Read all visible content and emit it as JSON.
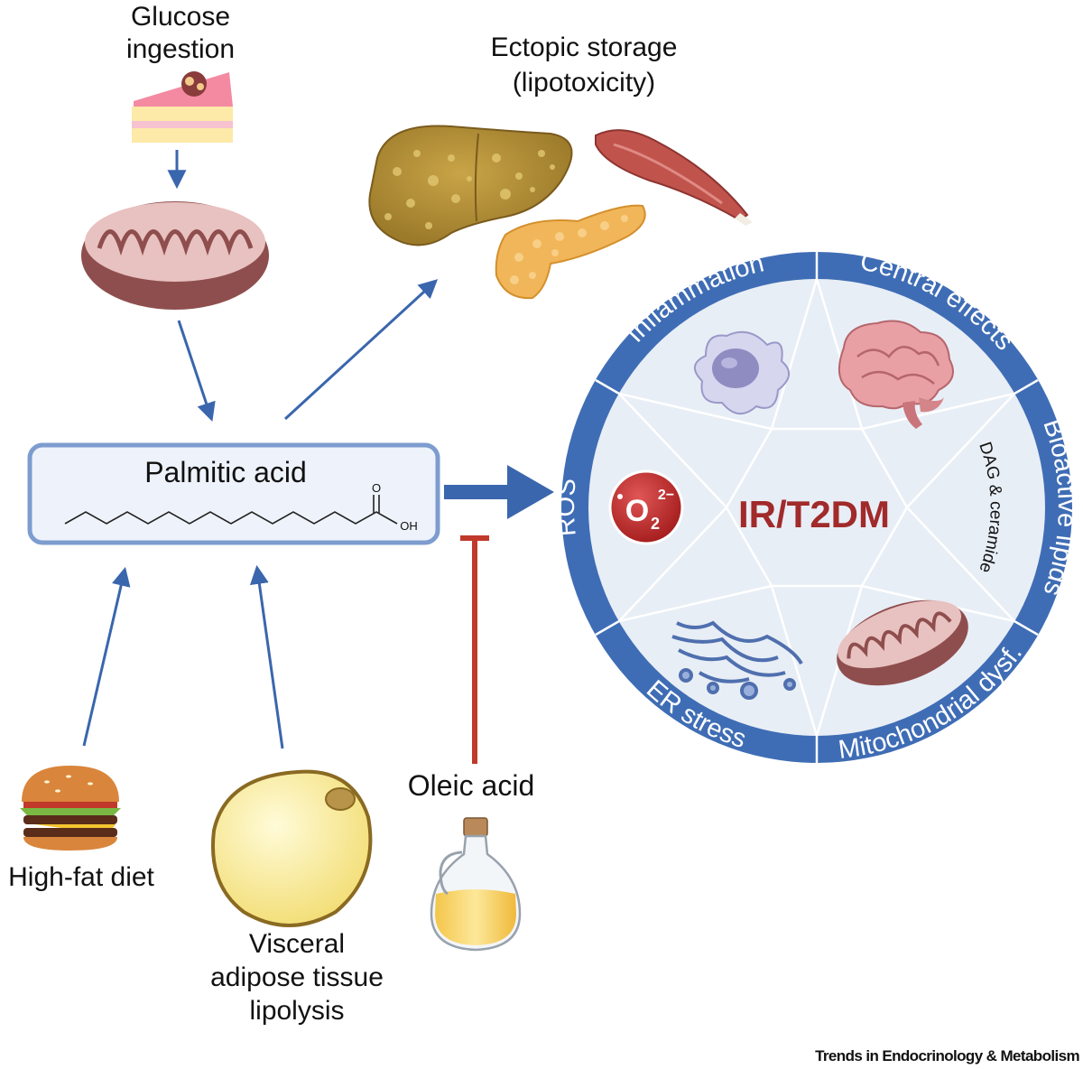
{
  "labels": {
    "glucose": [
      "Glucose",
      "ingestion"
    ],
    "ectopic": [
      "Ectopic storage",
      "(lipotoxicity)"
    ],
    "palmitic": "Palmitic acid",
    "oh": "OH",
    "carbonyl_o": "O",
    "oleic": "Oleic acid",
    "high_fat": "High-fat diet",
    "visceral": [
      "Visceral",
      "adipose tissue",
      "lipolysis"
    ],
    "journal": "Trends in Endocrinology & Metabolism"
  },
  "wheel": {
    "center": "IR/T2DM",
    "segments": [
      "Inflammation",
      "Central effects",
      "Bioactive lipids",
      "Mitochondrial dysf.",
      "ER stress",
      "ROS"
    ],
    "dag_label": "DAG & ceramide",
    "ros_symbol": {
      "main": "O",
      "sub": "2",
      "sup": "2−"
    }
  },
  "colors": {
    "blue_arrow": "#3a66ad",
    "ring": "#3f6db5",
    "inhibit": "#c0392b",
    "center_text": "#a12a2a",
    "box_fill": "#eef3fb",
    "box_stroke": "#7d9ccf"
  },
  "icons": [
    "cake-icon",
    "mitochondrion-icon",
    "liver-icon",
    "muscle-icon",
    "pancreas-icon",
    "macrophage-icon",
    "brain-icon",
    "er-icon",
    "burger-icon",
    "adipocyte-icon",
    "oil-bottle-icon"
  ]
}
